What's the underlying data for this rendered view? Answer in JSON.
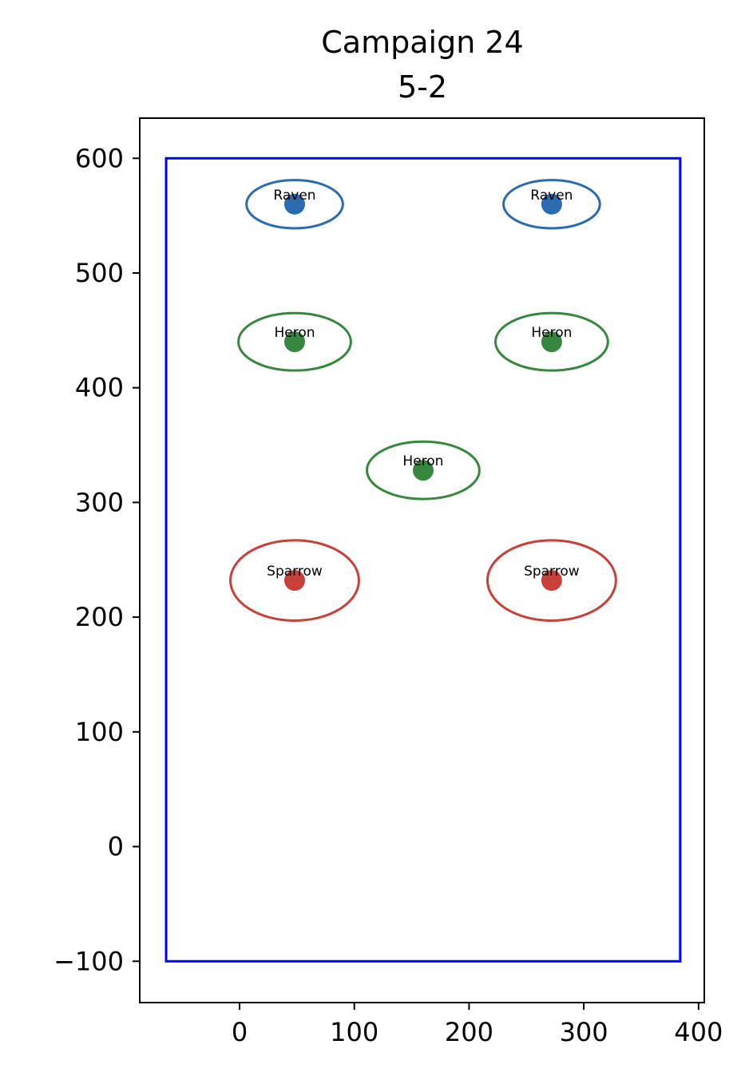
{
  "chart_data": {
    "type": "scatter",
    "title": "Campaign 24",
    "subtitle": "5-2",
    "xlabel": "",
    "ylabel": "",
    "xlim": [
      -87,
      405
    ],
    "ylim": [
      -136,
      635
    ],
    "xticks": [
      0,
      100,
      200,
      300,
      400
    ],
    "yticks": [
      -100,
      0,
      100,
      200,
      300,
      400,
      500,
      600
    ],
    "grid": false,
    "boundary": {
      "x0": -64,
      "y0": -100,
      "x1": 384,
      "y1": 600,
      "color": "#0000ff"
    },
    "points": [
      {
        "label": "Raven",
        "x": 48,
        "y": 560,
        "rx": 42,
        "ry": 21,
        "color": "#2b6cb0"
      },
      {
        "label": "Raven",
        "x": 272,
        "y": 560,
        "rx": 42,
        "ry": 21,
        "color": "#2b6cb0"
      },
      {
        "label": "Heron",
        "x": 48,
        "y": 440,
        "rx": 49,
        "ry": 25,
        "color": "#38873e"
      },
      {
        "label": "Heron",
        "x": 272,
        "y": 440,
        "rx": 49,
        "ry": 25,
        "color": "#38873e"
      },
      {
        "label": "Heron",
        "x": 160,
        "y": 328,
        "rx": 49,
        "ry": 25,
        "color": "#38873e"
      },
      {
        "label": "Sparrow",
        "x": 48,
        "y": 232,
        "rx": 56,
        "ry": 35,
        "color": "#c8403a"
      },
      {
        "label": "Sparrow",
        "x": 272,
        "y": 232,
        "rx": 56,
        "ry": 35,
        "color": "#c8403a"
      }
    ]
  }
}
